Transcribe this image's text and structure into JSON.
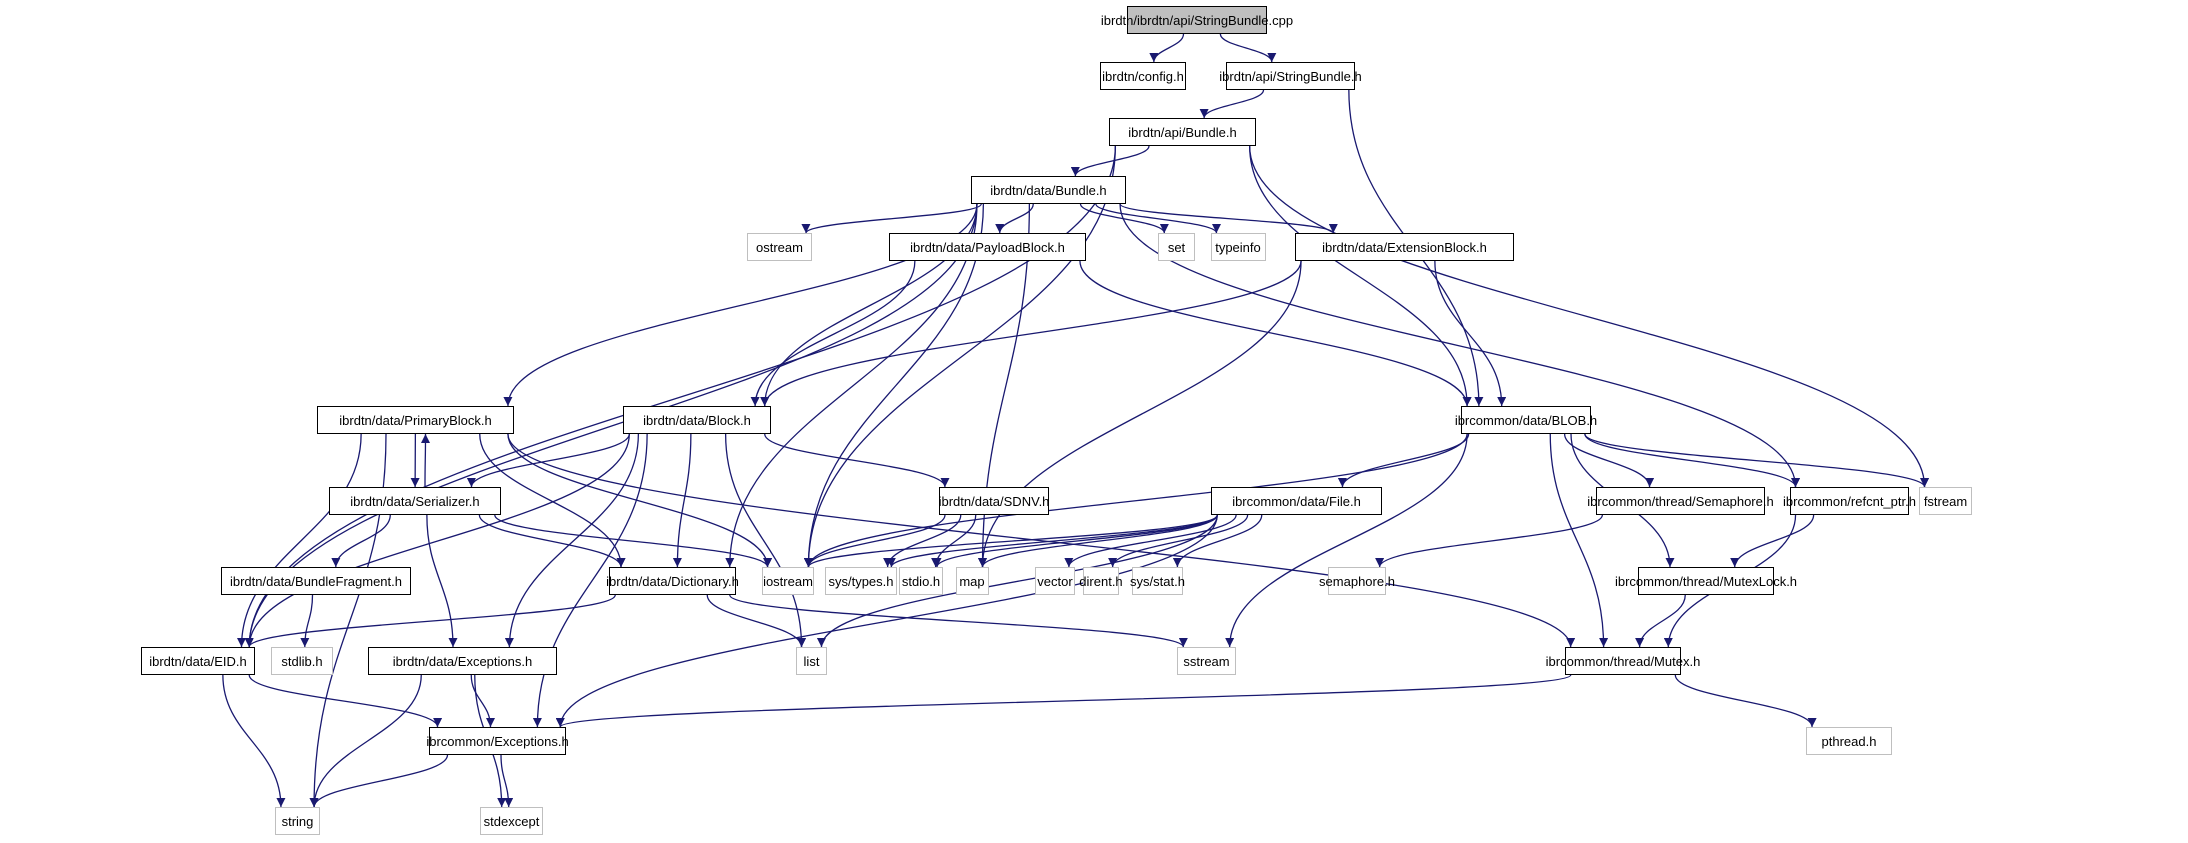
{
  "title": "Include dependency graph for ibrdtn/ibrdtn/api/StringBundle.cpp",
  "colors": {
    "edge": "#191970",
    "local_border": "#000000",
    "system_border": "#bfbfbf",
    "root_fill": "#bfbfbf"
  },
  "nodes": [
    {
      "id": "root",
      "label": "ibrdtn/ibrdtn/api/StringBundle.cpp",
      "kind": "root"
    },
    {
      "id": "config",
      "label": "ibrdtn/config.h",
      "kind": "local"
    },
    {
      "id": "stringbundle_h",
      "label": "ibrdtn/api/StringBundle.h",
      "kind": "local"
    },
    {
      "id": "api_bundle",
      "label": "ibrdtn/api/Bundle.h",
      "kind": "local"
    },
    {
      "id": "data_bundle",
      "label": "ibrdtn/data/Bundle.h",
      "kind": "local"
    },
    {
      "id": "ostream",
      "label": "ostream",
      "kind": "system"
    },
    {
      "id": "payloadblock",
      "label": "ibrdtn/data/PayloadBlock.h",
      "kind": "local"
    },
    {
      "id": "set",
      "label": "set",
      "kind": "system"
    },
    {
      "id": "typeinfo",
      "label": "typeinfo",
      "kind": "system"
    },
    {
      "id": "extensionblock",
      "label": "ibrdtn/data/ExtensionBlock.h",
      "kind": "local"
    },
    {
      "id": "primaryblock",
      "label": "ibrdtn/data/PrimaryBlock.h",
      "kind": "local"
    },
    {
      "id": "block",
      "label": "ibrdtn/data/Block.h",
      "kind": "local"
    },
    {
      "id": "blob",
      "label": "ibrcommon/data/BLOB.h",
      "kind": "local"
    },
    {
      "id": "serializer",
      "label": "ibrdtn/data/Serializer.h",
      "kind": "local"
    },
    {
      "id": "sdnv",
      "label": "ibrdtn/data/SDNV.h",
      "kind": "local"
    },
    {
      "id": "file",
      "label": "ibrcommon/data/File.h",
      "kind": "local"
    },
    {
      "id": "semaphore_h",
      "label": "ibrcommon/thread/Semaphore.h",
      "kind": "local"
    },
    {
      "id": "refcnt",
      "label": "ibrcommon/refcnt_ptr.h",
      "kind": "local"
    },
    {
      "id": "fstream",
      "label": "fstream",
      "kind": "system"
    },
    {
      "id": "bundlefragment",
      "label": "ibrdtn/data/BundleFragment.h",
      "kind": "local"
    },
    {
      "id": "dictionary",
      "label": "ibrdtn/data/Dictionary.h",
      "kind": "local"
    },
    {
      "id": "iostream",
      "label": "iostream",
      "kind": "system"
    },
    {
      "id": "systypes",
      "label": "sys/types.h",
      "kind": "system"
    },
    {
      "id": "stdio",
      "label": "stdio.h",
      "kind": "system"
    },
    {
      "id": "map",
      "label": "map",
      "kind": "system"
    },
    {
      "id": "vector",
      "label": "vector",
      "kind": "system"
    },
    {
      "id": "dirent",
      "label": "dirent.h",
      "kind": "system"
    },
    {
      "id": "sysstat",
      "label": "sys/stat.h",
      "kind": "system"
    },
    {
      "id": "semaphore_sys",
      "label": "semaphore.h",
      "kind": "system"
    },
    {
      "id": "mutexlock",
      "label": "ibrcommon/thread/MutexLock.h",
      "kind": "local"
    },
    {
      "id": "eid",
      "label": "ibrdtn/data/EID.h",
      "kind": "local"
    },
    {
      "id": "stdlib",
      "label": "stdlib.h",
      "kind": "system"
    },
    {
      "id": "data_exceptions",
      "label": "ibrdtn/data/Exceptions.h",
      "kind": "local"
    },
    {
      "id": "list",
      "label": "list",
      "kind": "system"
    },
    {
      "id": "sstream",
      "label": "sstream",
      "kind": "system"
    },
    {
      "id": "mutex",
      "label": "ibrcommon/thread/Mutex.h",
      "kind": "local"
    },
    {
      "id": "common_exceptions",
      "label": "ibrcommon/Exceptions.h",
      "kind": "local"
    },
    {
      "id": "pthread",
      "label": "pthread.h",
      "kind": "system"
    },
    {
      "id": "string",
      "label": "string",
      "kind": "system"
    },
    {
      "id": "stdexcept",
      "label": "stdexcept",
      "kind": "system"
    }
  ],
  "edges": [
    [
      "root",
      "config"
    ],
    [
      "root",
      "stringbundle_h"
    ],
    [
      "stringbundle_h",
      "api_bundle"
    ],
    [
      "stringbundle_h",
      "blob"
    ],
    [
      "api_bundle",
      "data_bundle"
    ],
    [
      "api_bundle",
      "eid"
    ],
    [
      "api_bundle",
      "blob"
    ],
    [
      "api_bundle",
      "fstream"
    ],
    [
      "api_bundle",
      "iostream"
    ],
    [
      "data_bundle",
      "ostream"
    ],
    [
      "data_bundle",
      "payloadblock"
    ],
    [
      "data_bundle",
      "set"
    ],
    [
      "data_bundle",
      "typeinfo"
    ],
    [
      "data_bundle",
      "extensionblock"
    ],
    [
      "data_bundle",
      "primaryblock"
    ],
    [
      "data_bundle",
      "block"
    ],
    [
      "data_bundle",
      "eid"
    ],
    [
      "data_bundle",
      "dictionary"
    ],
    [
      "data_bundle",
      "map"
    ],
    [
      "data_bundle",
      "refcnt"
    ],
    [
      "data_bundle",
      "iostream"
    ],
    [
      "payloadblock",
      "block"
    ],
    [
      "payloadblock",
      "blob"
    ],
    [
      "extensionblock",
      "block"
    ],
    [
      "extensionblock",
      "blob"
    ],
    [
      "extensionblock",
      "map"
    ],
    [
      "primaryblock",
      "serializer"
    ],
    [
      "primaryblock",
      "eid"
    ],
    [
      "primaryblock",
      "string"
    ],
    [
      "primaryblock",
      "dictionary"
    ],
    [
      "primaryblock",
      "iostream"
    ],
    [
      "primaryblock",
      "mutex"
    ],
    [
      "serializer",
      "primaryblock"
    ],
    [
      "serializer",
      "bundlefragment"
    ],
    [
      "serializer",
      "dictionary"
    ],
    [
      "serializer",
      "data_exceptions"
    ],
    [
      "serializer",
      "iostream"
    ],
    [
      "block",
      "serializer"
    ],
    [
      "block",
      "sdnv"
    ],
    [
      "block",
      "eid"
    ],
    [
      "block",
      "dictionary"
    ],
    [
      "block",
      "list"
    ],
    [
      "block",
      "data_exceptions"
    ],
    [
      "block",
      "common_exceptions"
    ],
    [
      "blob",
      "file"
    ],
    [
      "blob",
      "semaphore_h"
    ],
    [
      "blob",
      "refcnt"
    ],
    [
      "blob",
      "fstream"
    ],
    [
      "blob",
      "iostream"
    ],
    [
      "blob",
      "sstream"
    ],
    [
      "blob",
      "mutex"
    ],
    [
      "blob",
      "mutexlock"
    ],
    [
      "sdnv",
      "iostream"
    ],
    [
      "sdnv",
      "systypes"
    ],
    [
      "sdnv",
      "stdio"
    ],
    [
      "file",
      "iostream"
    ],
    [
      "file",
      "systypes"
    ],
    [
      "file",
      "stdio"
    ],
    [
      "file",
      "map"
    ],
    [
      "file",
      "vector"
    ],
    [
      "file",
      "dirent"
    ],
    [
      "file",
      "sysstat"
    ],
    [
      "file",
      "list"
    ],
    [
      "file",
      "common_exceptions"
    ],
    [
      "semaphore_h",
      "semaphore_sys"
    ],
    [
      "refcnt",
      "mutexlock"
    ],
    [
      "refcnt",
      "mutex"
    ],
    [
      "mutexlock",
      "mutex"
    ],
    [
      "bundlefragment",
      "stdlib"
    ],
    [
      "dictionary",
      "eid"
    ],
    [
      "dictionary",
      "list"
    ],
    [
      "dictionary",
      "sstream"
    ],
    [
      "eid",
      "string"
    ],
    [
      "eid",
      "common_exceptions"
    ],
    [
      "data_exceptions",
      "string"
    ],
    [
      "data_exceptions",
      "stdexcept"
    ],
    [
      "data_exceptions",
      "common_exceptions"
    ],
    [
      "mutex",
      "common_exceptions"
    ],
    [
      "mutex",
      "pthread"
    ],
    [
      "common_exceptions",
      "string"
    ],
    [
      "common_exceptions",
      "stdexcept"
    ]
  ]
}
